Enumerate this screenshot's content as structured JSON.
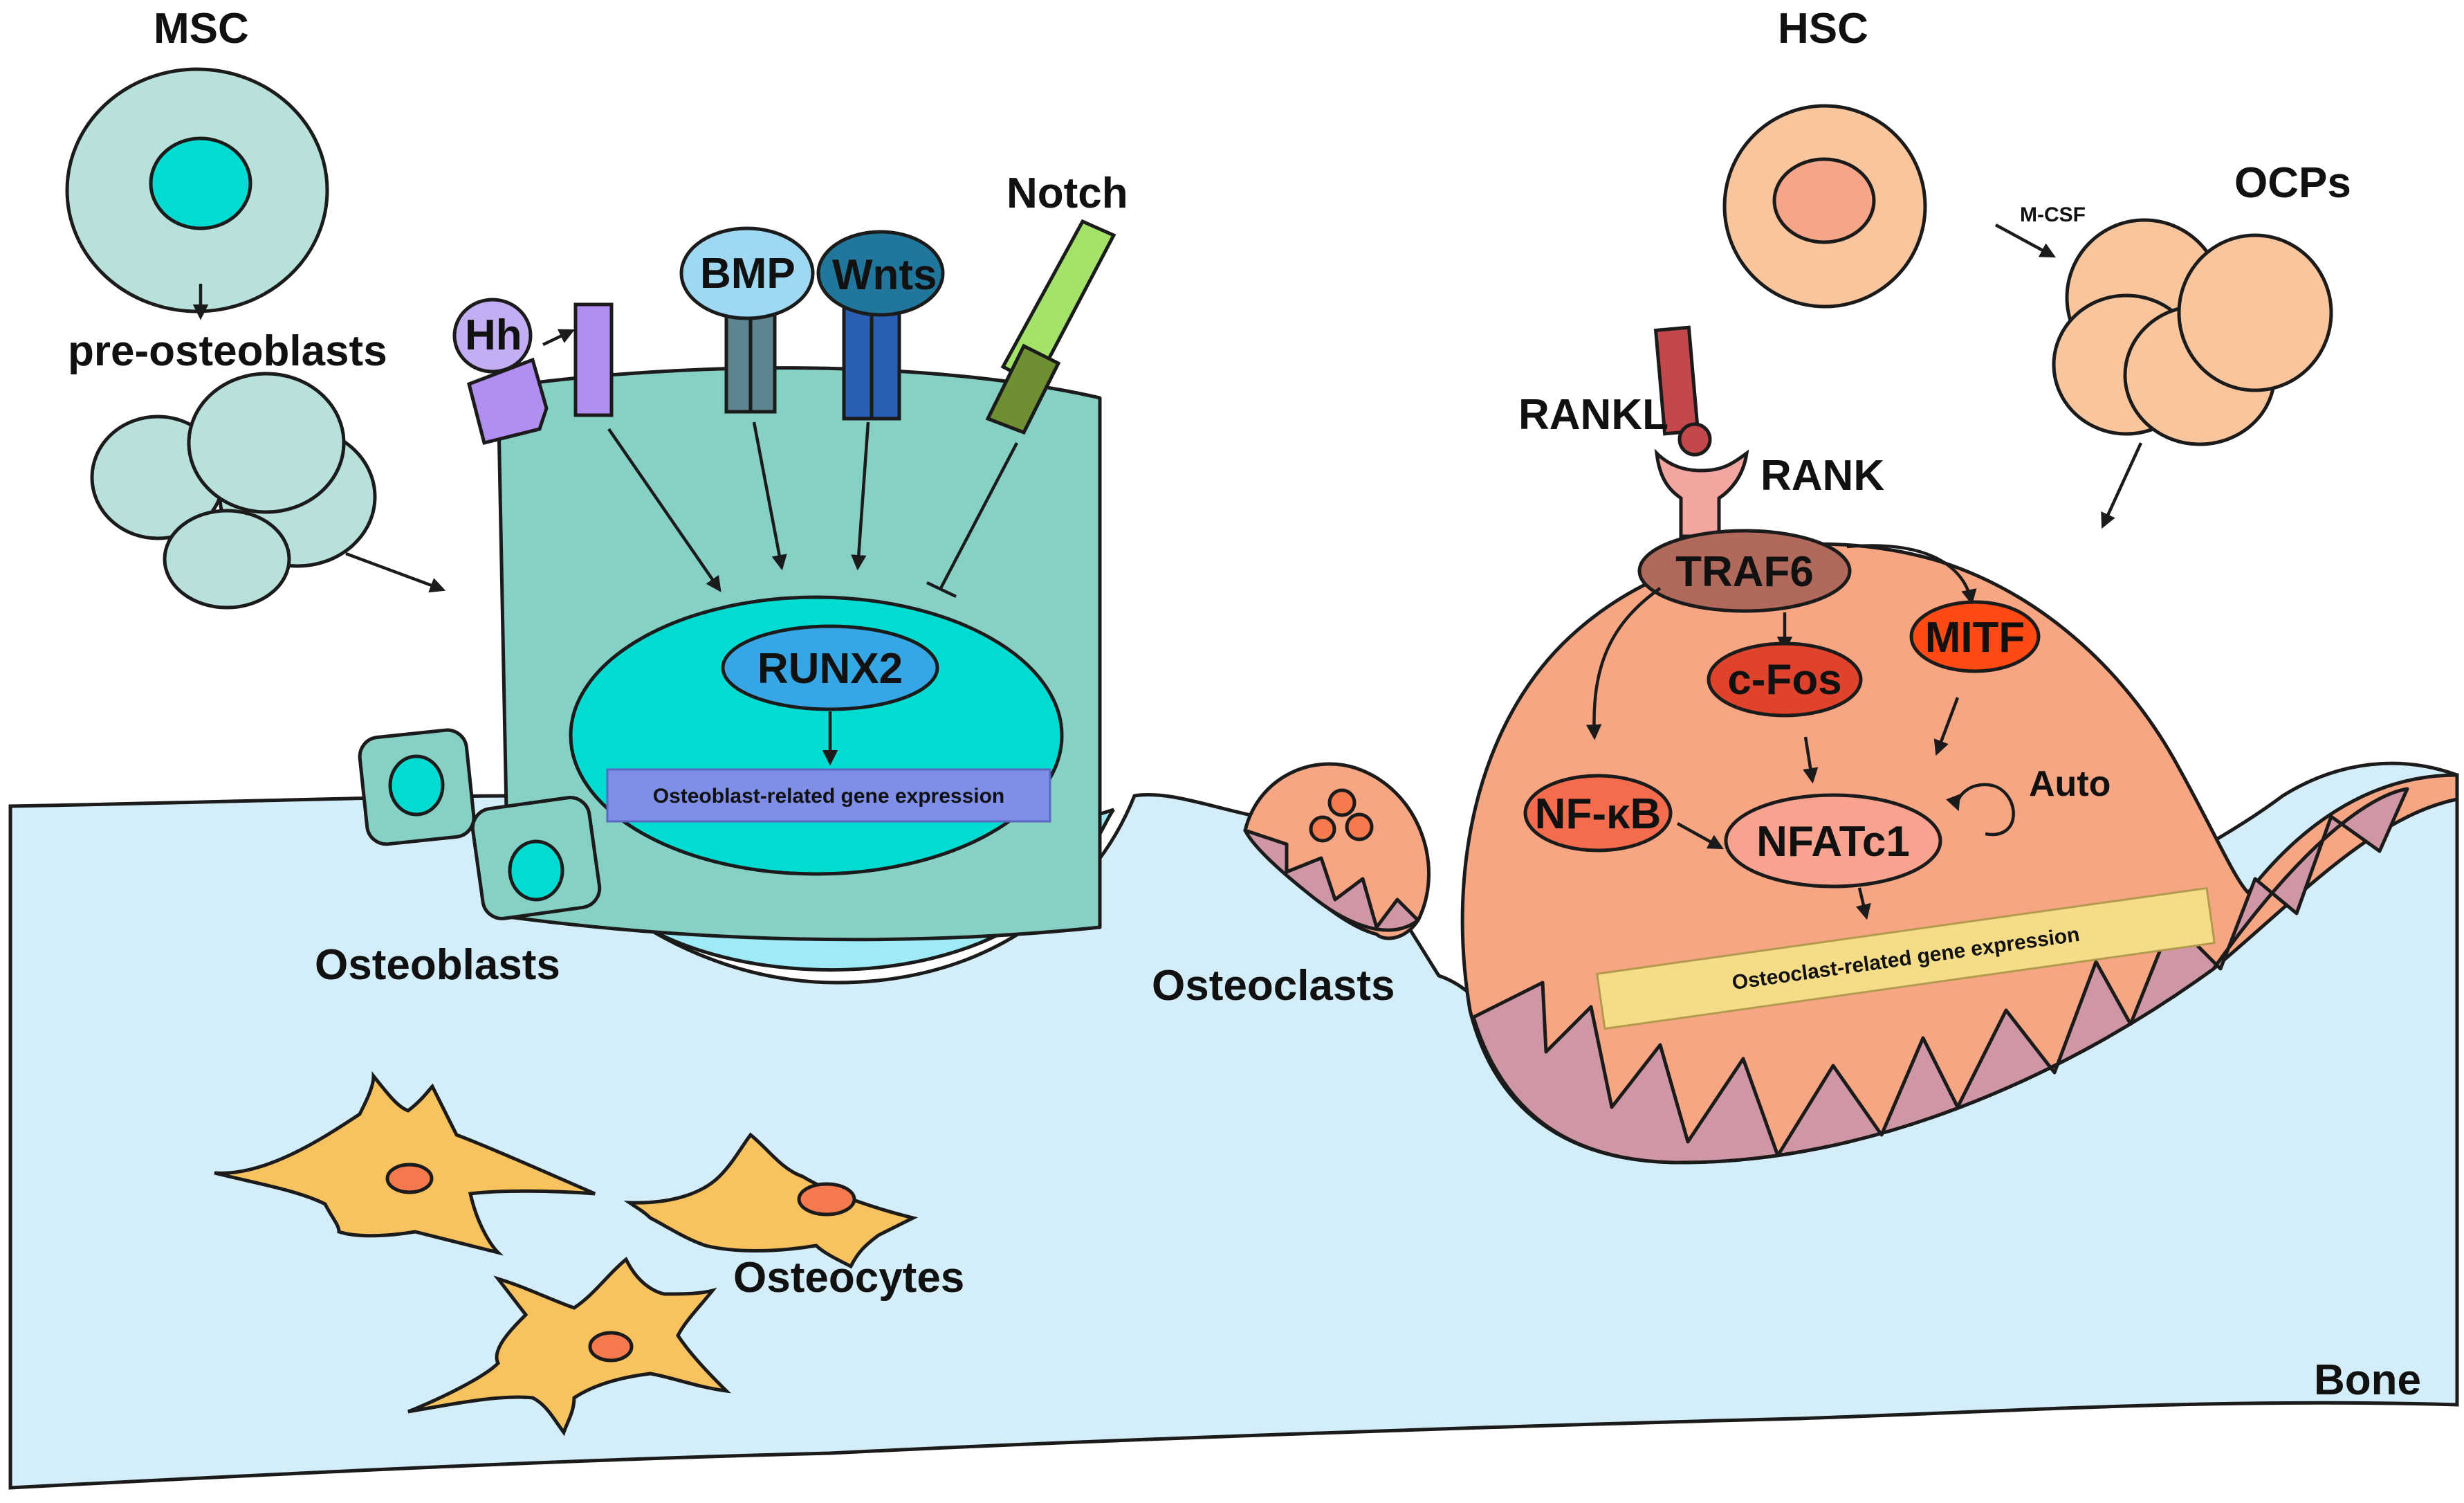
{
  "colors": {
    "bone": "#d4eef9",
    "osteoblast": "#86d0c6",
    "nucleus_osteoblast": "#00dcd2",
    "msc": "#b8e1dc",
    "hsc": "#f9c59d",
    "osteoclast": "#f7a683",
    "osteoclast_base": "#cf96a6",
    "osteocyte": "#f8c35e",
    "runx2": "#36a7e4",
    "gene_bar": "#7f8fe8",
    "hh": "#b08ff0",
    "bmp_head": "#9ed8f2",
    "wnts_head": "#20779b",
    "notch": "#a4e36a",
    "traf6": "#b0695a",
    "cfos": "#e0432b",
    "mitf": "#ff4a14",
    "nfkb": "#f46c4e",
    "nfatc1": "#f7a390",
    "osteoclast_gene_bar": "#f5dc88",
    "rankl": "#c2484c",
    "rank": "#f3a5a0"
  },
  "icons": [
    "inhibition-arrow-icon",
    "autoregulation-loop-icon"
  ],
  "labels": {
    "msc": "MSC",
    "pre_osteoblasts": "pre-osteoblasts",
    "osteoblasts": "Osteoblasts",
    "hh": "Hh",
    "bmp": "BMP",
    "wnts": "Wnts",
    "notch": "Notch",
    "runx2": "RUNX2",
    "osteoblast_gene": "Osteoblast-related gene expression",
    "osteocytes": "Osteocytes",
    "hsc": "HSC",
    "m_csf": "M-CSF",
    "ocps": "OCPs",
    "rankl": "RANKL",
    "rank": "RANK",
    "traf6": "TRAF6",
    "c_fos": "c-Fos",
    "mitf": "MITF",
    "nf_kb": "NF-κB",
    "nfatc1": "NFATc1",
    "auto": "Auto",
    "osteoclast_gene": "Osteoclast-related gene expression",
    "osteoclasts": "Osteoclasts",
    "bone": "Bone"
  }
}
